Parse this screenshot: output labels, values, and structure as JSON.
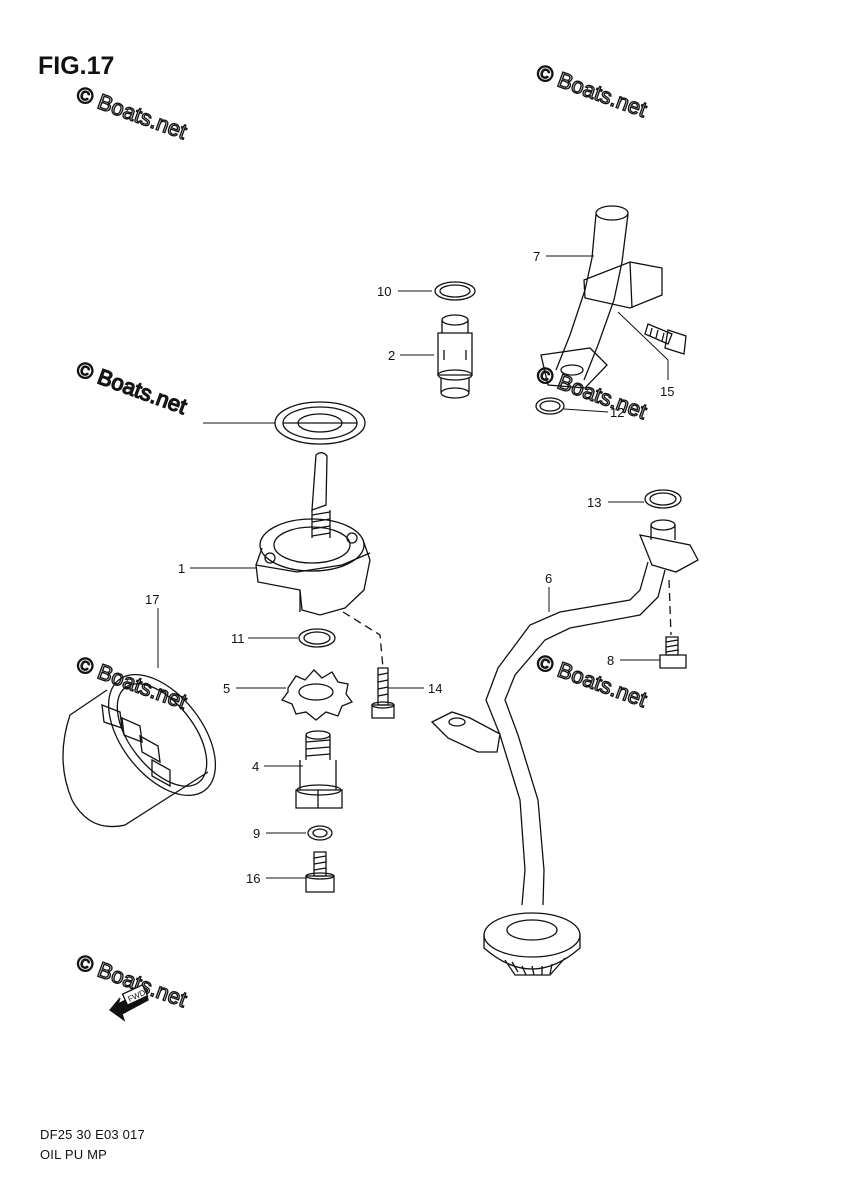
{
  "figure": {
    "title": "FIG.17",
    "code": "DF25 30 E03  017",
    "name": "OIL PU MP"
  },
  "watermarks": [
    "© Boats.net",
    "© Boats.net",
    "© Boats.net",
    "© Boats.net",
    "© Boats.net",
    "© Boats.net",
    "© Boats.net"
  ],
  "callouts": [
    "1",
    "2",
    "4",
    "5",
    "6",
    "7",
    "8",
    "9",
    "10",
    "11",
    "12",
    "13",
    "14",
    "15",
    "16",
    "17"
  ],
  "direction_badge": "FWD"
}
